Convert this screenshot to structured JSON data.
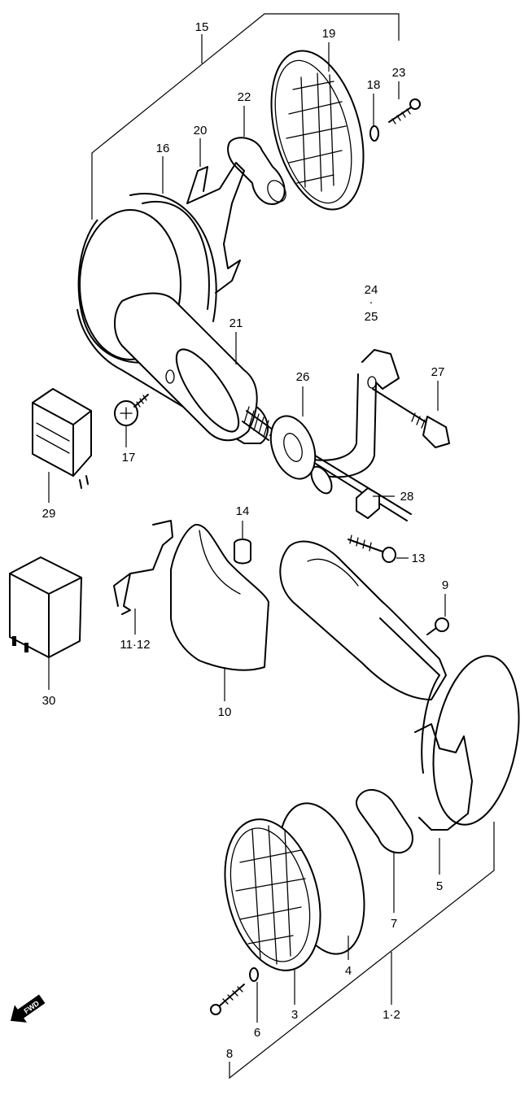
{
  "callouts": {
    "c15": "15",
    "c19": "19",
    "c23": "23",
    "c18": "18",
    "c22": "22",
    "c20": "20",
    "c16": "16",
    "c24": "24",
    "c24dot": "·",
    "c25": "25",
    "c21": "21",
    "c26": "26",
    "c27": "27",
    "c17": "17",
    "c29": "29",
    "c28": "28",
    "c14": "14",
    "c13": "13",
    "c9": "9",
    "c11_12": "11·12",
    "c30": "30",
    "c10": "10",
    "c5": "5",
    "c7": "7",
    "c4": "4",
    "c3": "3",
    "c1_2": "1·2",
    "c6": "6",
    "c8": "8"
  },
  "fwd_marker": "FWD",
  "icons": {
    "front_indicator": "turn-signal-assembly",
    "rear_indicator": "turn-signal-assembly",
    "relay_29": "relay-icon",
    "relay_30": "relay-icon"
  }
}
